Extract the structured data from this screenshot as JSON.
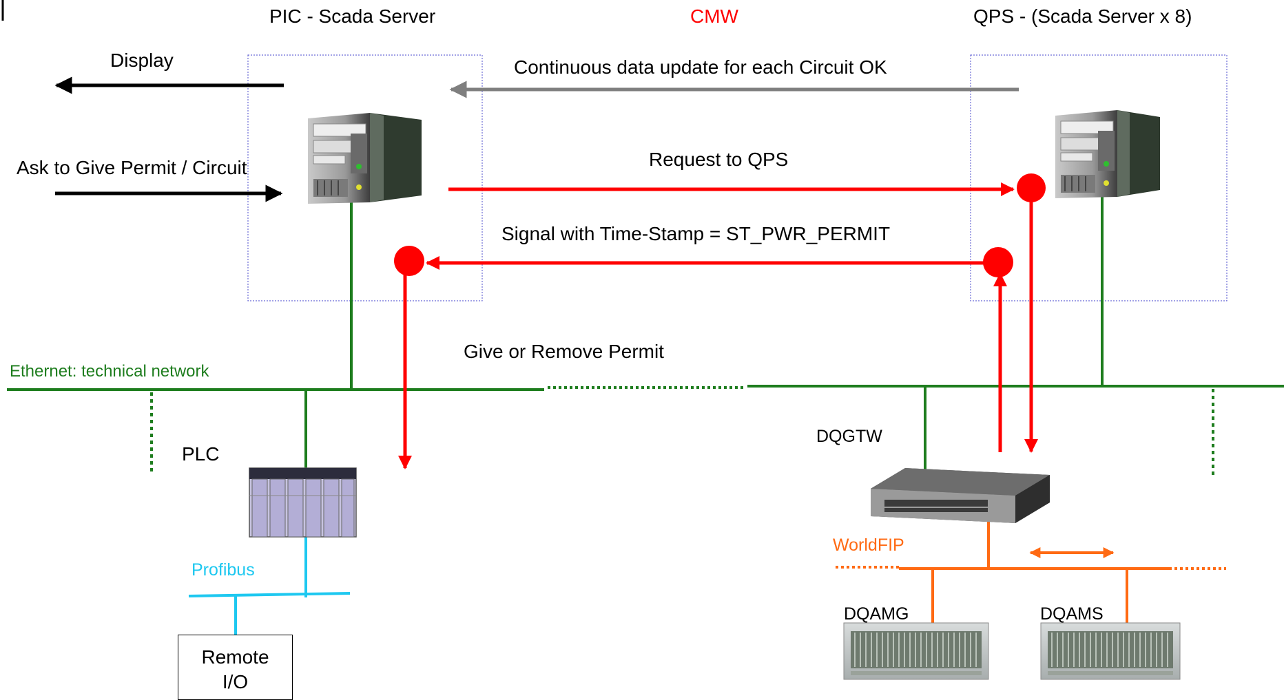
{
  "labels": {
    "pic_server": "PIC - Scada Server",
    "cmw": "CMW",
    "qps_server": "QPS -  (Scada Server x 8)",
    "display": "Display",
    "ask_permit": "Ask to Give Permit / Circuit",
    "continuous_update": "Continuous data update for each Circuit OK",
    "request_qps": "Request to QPS",
    "signal_timestamp": "Signal with Time-Stamp = ST_PWR_PERMIT",
    "give_remove": "Give or Remove  Permit",
    "ethernet": "Ethernet: technical network",
    "plc": "PLC",
    "dqgtw": "DQGTW",
    "worldfip": "WorldFIP",
    "profibus": "Profibus",
    "remote_io_line1": "Remote",
    "remote_io_line2": "I/O",
    "dqamg": "DQAMG",
    "dqams": "DQAMS"
  },
  "colors": {
    "ethernet_green": "#1e7d1e",
    "signal_red": "#ff0000",
    "update_gray": "#7f7f7f",
    "worldfip_orange": "#ff6a13",
    "profibus_cyan": "#1ec8f0",
    "box_dotted": "#6b6bd6",
    "cmw_red": "#ff0000"
  },
  "icons": {
    "server": "tower-server-icon",
    "plc": "plc-rack-icon",
    "gateway": "rack-gateway-icon",
    "crate": "crate-chassis-icon"
  }
}
